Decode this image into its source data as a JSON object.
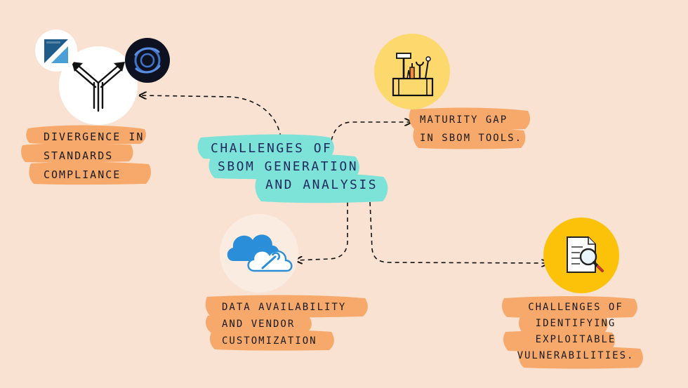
{
  "center_node": {
    "lines": [
      "Challenges of",
      "SBOM generation",
      "and analysis"
    ]
  },
  "nodes": {
    "divergence": {
      "lines": [
        "Divergence in",
        "standards",
        "compliance"
      ]
    },
    "maturity": {
      "lines": [
        "Maturity gap",
        "in SBOM tools."
      ]
    },
    "data_availability": {
      "lines": [
        "Data availability",
        "and vendor",
        "customization"
      ]
    },
    "exploitable": {
      "lines": [
        "Challenges of",
        "identifying",
        "exploitable",
        "vulnerabilities."
      ]
    }
  },
  "icons": {
    "divergence": [
      "logo-square-icon",
      "merge-arrows-icon",
      "swirl-logo-icon"
    ],
    "maturity": "toolbox-icon",
    "data_availability": "cloud-wrench-icon",
    "exploitable": "document-search-icon"
  },
  "colors": {
    "background": "#f9e2d2",
    "label_highlight": "#f6a96a",
    "center_highlight": "#7de3d8",
    "icon_yellow": "#fdd86d",
    "icon_gold": "#fcc20a",
    "cloud_blue": "#2a8fd8"
  }
}
